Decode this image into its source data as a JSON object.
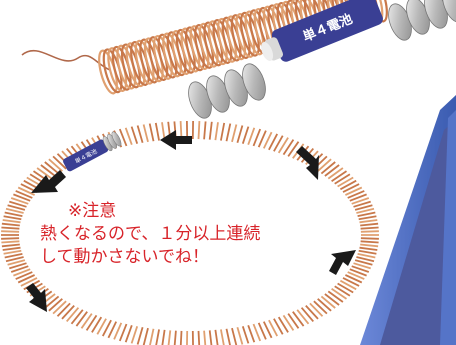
{
  "battery": {
    "label": "単４電池"
  },
  "small_battery": {
    "label": "単４電池"
  },
  "warning": {
    "title": "※注意",
    "line1": "熱くなるので、１分以上連続",
    "line2": "して動かさないでね！"
  },
  "colors": {
    "coil_copper": "#c8784a",
    "coil_copper_light": "#e0a070",
    "battery_body": "#3a3f94",
    "battery_label_text": "#ffffff",
    "magnet_silver": "#c4c4c4",
    "rail_blue": "#4a6fc0",
    "rail_dark": "#3a3e6e",
    "arrow_black": "#1a1a1a",
    "warning_red": "#d8242a"
  },
  "icons": [
    "arrow-icon"
  ]
}
